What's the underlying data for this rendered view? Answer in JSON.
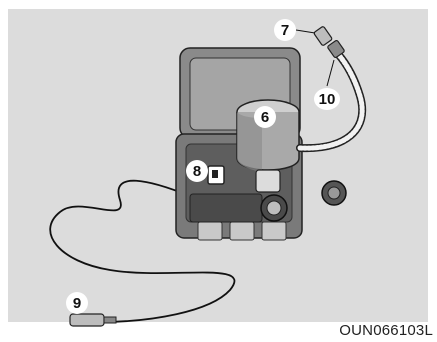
{
  "figure": {
    "callouts": {
      "c6": "6",
      "c7": "7",
      "c8": "8",
      "c9": "9",
      "c10": "10"
    },
    "code": "OUN066103L"
  },
  "colors": {
    "background": "#dcdcdc",
    "kit_body": "#7a7a7a",
    "kit_dark": "#4a4a4a",
    "kit_light": "#c9c9c9"
  }
}
